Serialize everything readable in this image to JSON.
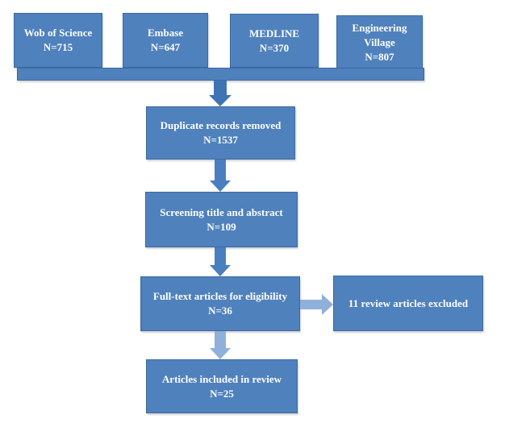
{
  "sources": [
    {
      "name": "Wob of Science",
      "count": "N=715"
    },
    {
      "name": "Embase",
      "count": "N=647"
    },
    {
      "name": "MEDLINE",
      "count": "N=370"
    },
    {
      "name_line1": "Engineering",
      "name_line2": "Village",
      "count": "N=807"
    }
  ],
  "steps": {
    "duplicates": {
      "label": "Duplicate records removed",
      "count": "N=1537"
    },
    "screening": {
      "label": "Screening title and abstract",
      "count": "N=109"
    },
    "fulltext": {
      "label": "Full-text articles for eligibility",
      "count": "N=36"
    },
    "included": {
      "label": "Articles included in review",
      "count": "N=25"
    }
  },
  "excluded": {
    "label": "11 review articles excluded"
  },
  "colors": {
    "box_fill": "#4f81bd",
    "box_border": "#3b6aa0",
    "arrow": "#3f74b4"
  }
}
